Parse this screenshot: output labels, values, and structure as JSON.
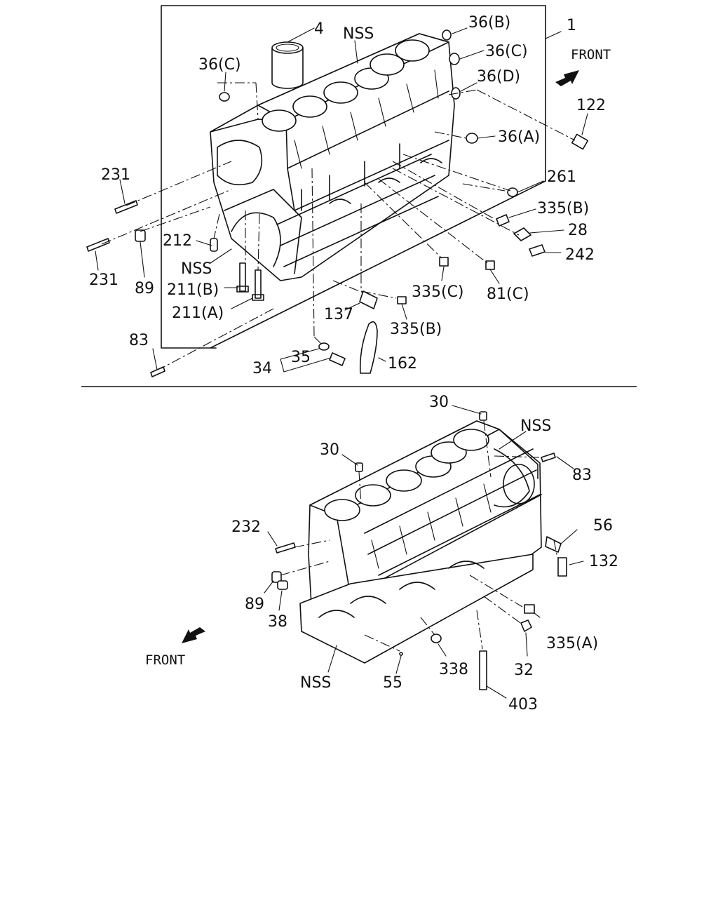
{
  "upper": {
    "labels": {
      "l1": "1",
      "l4": "4",
      "nss_top": "NSS",
      "l36b": "36(B)",
      "l36c_r": "36(C)",
      "l36c_l": "36(C)",
      "l36d": "36(D)",
      "l36a": "36(A)",
      "front": "FRONT",
      "l122": "122",
      "l231a": "231",
      "l231b": "231",
      "l89": "89",
      "l212": "212",
      "nss_side": "NSS",
      "l211b": "211(B)",
      "l211a": "211(A)",
      "l261": "261",
      "l335b_r": "335(B)",
      "l28": "28",
      "l242": "242",
      "l335c": "335(C)",
      "l81c": "81(C)",
      "l137": "137",
      "l335b_b": "335(B)",
      "l83": "83",
      "l35": "35",
      "l34": "34",
      "l162": "162"
    }
  },
  "lower": {
    "labels": {
      "l30a": "30",
      "l30b": "30",
      "nss_r": "NSS",
      "l83": "83",
      "l232": "232",
      "l56": "56",
      "l132": "132",
      "l89": "89",
      "l38": "38",
      "front": "FRONT",
      "l335a": "335(A)",
      "l32": "32",
      "l338": "338",
      "nss_b": "NSS",
      "l55": "55",
      "l403": "403"
    }
  },
  "colors": {
    "ink": "#111111",
    "paper": "#ffffff"
  }
}
